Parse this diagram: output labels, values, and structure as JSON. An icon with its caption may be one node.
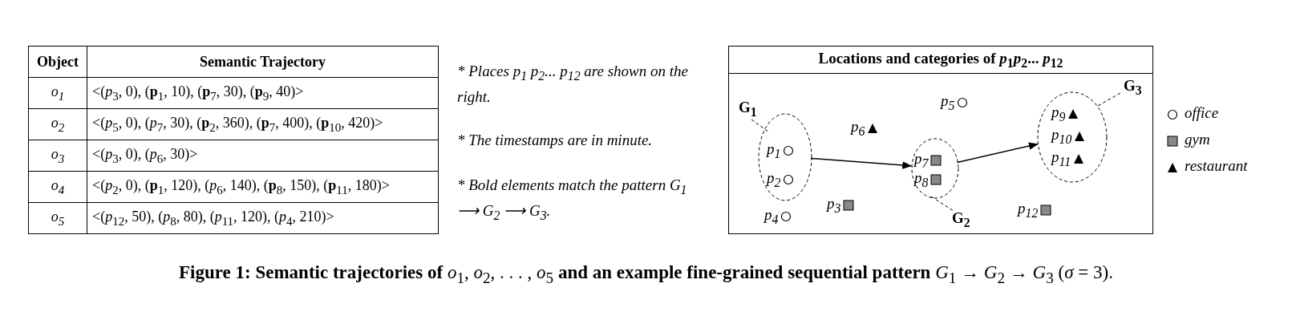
{
  "diagram": {
    "caption": "**Figure 1: Semantic trajectories of** *o*$_{1}$, *o*$_{2}$, . . . , *o*$_{5}$ **and an example fine-grained sequential pattern** *G*$_{1}$ → *G*$_{2}$ → *G*$_{3}$ (*σ* = 3).",
    "nodes": [
      {
        "text": [
          "Locations and categories of *p*$_{1}$*p*$_{2}$... *p*$_{12}$"
        ]
      },
      {
        "text": [
          "G$_{1}$"
        ],
        "in": 0
      },
      {
        "text": [
          "p$_{1}$"
        ],
        "in": 1
      },
      {
        "text": [
          "p$_{2}$"
        ],
        "in": 1
      },
      {
        "text": [
          "G$_{2}$"
        ],
        "in": 0
      },
      {
        "text": [
          "p$_{7}$"
        ],
        "in": 4
      },
      {
        "text": [
          "p$_{8}$"
        ],
        "in": 4
      },
      {
        "text": [
          "G$_{3}$"
        ],
        "in": 0
      },
      {
        "text": [
          "p$_{9}$"
        ],
        "in": 7
      },
      {
        "text": [
          "p$_{10}$"
        ],
        "in": 7
      },
      {
        "text": [
          "p$_{11}$"
        ],
        "in": 7
      },
      {
        "text": [
          "p$_{5}$"
        ],
        "in": 0
      },
      {
        "text": [
          "p$_{6}$"
        ],
        "in": 0
      },
      {
        "text": [
          "p$_{3}$"
        ],
        "in": 0
      },
      {
        "text": [
          "p$_{4}$"
        ],
        "in": 0
      },
      {
        "text": [
          "p$_{12}$"
        ],
        "in": 0
      }
    ],
    "edges": [
      {
        "from": 1,
        "to": 4,
        "arrow": "to"
      },
      {
        "from": 4,
        "to": 7,
        "arrow": "to"
      }
    ],
    "labels": [
      "Object",
      "Semantic Trajectory",
      "o$_{1}$",
      "<(*p*$_{3}$, 0), (**p**$_{1}$, 10), (**p**$_{7}$, 30), (**p**$_{9}$, 40)>",
      "o$_{2}$",
      "<(*p*$_{5}$, 0), (*p*$_{7}$, 30), (**p**$_{2}$, 360), (**p**$_{7}$, 400), (**p**$_{10}$, 420)>",
      "o$_{3}$",
      "<(*p*$_{3}$, 0), (*p*$_{6}$, 30)>",
      "o$_{4}$",
      "<(*p*$_{2}$, 0), (**p**$_{1}$, 120), (*p*$_{6}$, 140), (**p**$_{8}$, 150), (**p**$_{11}$, 180)>",
      "o$_{5}$",
      "<(*p*$_{12}$, 50), (*p*$_{8}$, 80), (*p*$_{11}$, 120), (*p*$_{4}$, 210)>",
      "* Places p$_{1}$ p$_{2}$... p$_{12}$ are shown on the right.",
      "* The timestamps are in minute.",
      "* Bold elements match the pattern G$_{1}$ ⟶ G$_{2}$ ⟶ G$_{3}$."
    ],
    "legend": [
      {
        "text": "office"
      },
      {
        "text": "gym"
      },
      {
        "text": "restaurant"
      }
    ]
  }
}
